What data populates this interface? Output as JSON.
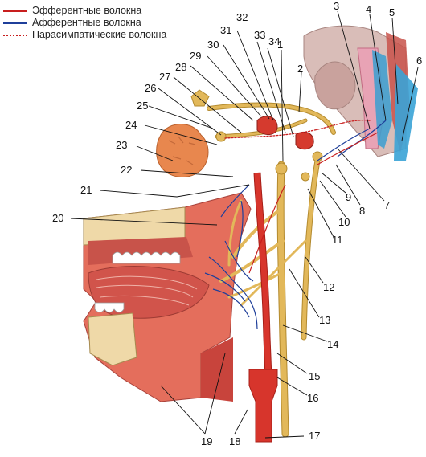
{
  "legend": {
    "items": [
      {
        "label": "Эфферентные волокна",
        "color": "#c81e1e",
        "style": "solid"
      },
      {
        "label": "Афферентные волокна",
        "color": "#1f3f9a",
        "style": "solid"
      },
      {
        "label": "Парасимпатические волокна",
        "color": "#c81e1e",
        "style": "dotted"
      }
    ]
  },
  "colors": {
    "nerve": "#e2b85a",
    "nerve_outline": "#b38a2e",
    "artery": "#c8241e",
    "muscle": "#d9534a",
    "bone": "#efd9a8",
    "gland": "#e8874e",
    "brain": "#d9bdb8"
  },
  "labels": [
    "1",
    "2",
    "3",
    "4",
    "5",
    "6",
    "7",
    "8",
    "9",
    "10",
    "11",
    "12",
    "13",
    "14",
    "15",
    "16",
    "17",
    "18",
    "19",
    "20",
    "21",
    "22",
    "23",
    "24",
    "25",
    "26",
    "27",
    "28",
    "29",
    "30",
    "31",
    "32",
    "33",
    "34"
  ]
}
